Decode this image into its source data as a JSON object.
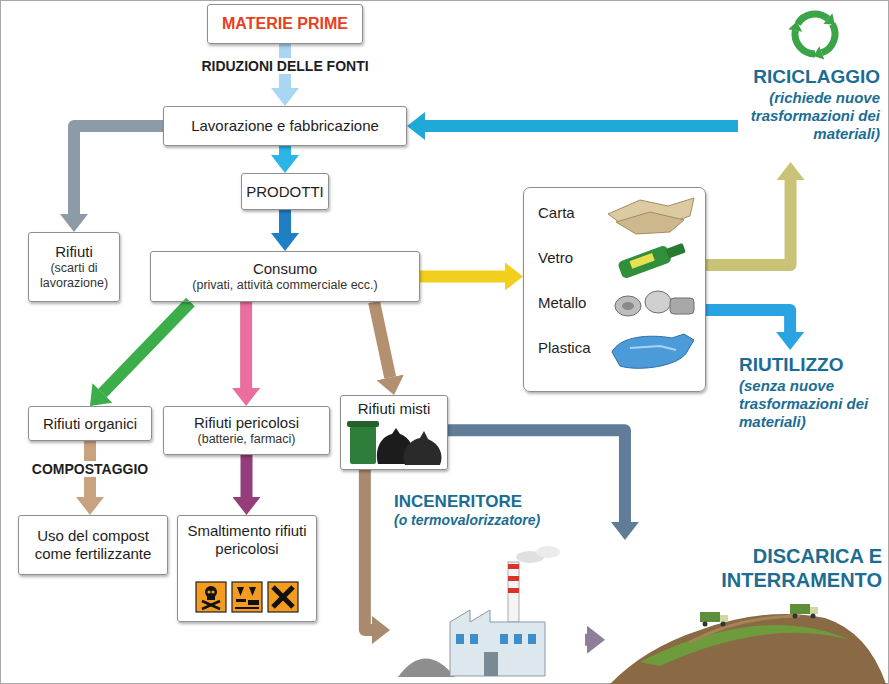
{
  "diagram": {
    "nodes": [
      {
        "text": [
          "MATERIE PRIME"
        ]
      },
      {
        "text": [
          "Lavorazione e fabbricazione"
        ]
      },
      {
        "text": [
          "Rifiuti",
          "(scarti di lavorazione)"
        ]
      },
      {
        "text": [
          "PRODOTTI"
        ]
      },
      {
        "text": [
          "Consumo",
          "(privati, attività commerciale ecc.)"
        ]
      },
      {
        "text": [
          "Carta",
          "Vetro",
          "Metallo",
          "Plastica"
        ]
      },
      {
        "text": [
          "RICICLAGGIO",
          "(richiede nuove trasformazioni dei materiali)"
        ]
      },
      {
        "text": [
          "RIUTILIZZO",
          "(senza nuove trasformazioni dei materiali)"
        ]
      },
      {
        "text": [
          "Rifiuti organici"
        ]
      },
      {
        "text": [
          "Rifiuti pericolosi",
          "(batterie, farmaci)"
        ]
      },
      {
        "text": [
          "Rifiuti misti"
        ]
      },
      {
        "text": [
          "Uso del compost come fertilizzante"
        ]
      },
      {
        "text": [
          "Smaltimento rifiuti pericolosi"
        ]
      },
      {
        "text": [
          "INCENERITORE",
          "(o termovalorizzatore)"
        ]
      },
      {
        "text": [
          "DISCARICA E INTERRAMENTO"
        ]
      }
    ],
    "edges": [
      {
        "from": 0,
        "to": 1,
        "arrow": "to",
        "label": "RIDUZIONI DELLE FONTI"
      },
      {
        "from": 1,
        "to": 2,
        "arrow": "to"
      },
      {
        "from": 1,
        "to": 3,
        "arrow": "to"
      },
      {
        "from": 3,
        "to": 4,
        "arrow": "to"
      },
      {
        "from": 4,
        "to": 5,
        "arrow": "to"
      },
      {
        "from": 5,
        "to": 6,
        "arrow": "to"
      },
      {
        "from": 5,
        "to": 7,
        "arrow": "to"
      },
      {
        "from": 6,
        "to": 1,
        "arrow": "to"
      },
      {
        "from": 4,
        "to": 8,
        "arrow": "to"
      },
      {
        "from": 4,
        "to": 9,
        "arrow": "to"
      },
      {
        "from": 4,
        "to": 10,
        "arrow": "to"
      },
      {
        "from": 8,
        "to": 11,
        "arrow": "to",
        "label": "COMPOSTAGGIO"
      },
      {
        "from": 9,
        "to": 12,
        "arrow": "to"
      },
      {
        "from": 10,
        "to": 13,
        "arrow": "to"
      },
      {
        "from": 10,
        "to": 14,
        "arrow": "to"
      },
      {
        "from": 13,
        "to": 14,
        "arrow": "to"
      }
    ]
  }
}
